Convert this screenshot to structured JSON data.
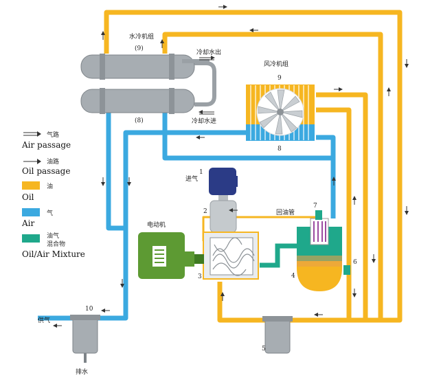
{
  "colors": {
    "oil": "#F6B621",
    "air": "#3BA9E0",
    "mixture": "#1FA88B",
    "cooler_gray": "#9aa0a5",
    "motor_green": "#5d9a33",
    "filter_blue": "#2b3b86"
  },
  "legend": {
    "air_passage": {
      "zh": "气路",
      "en": "Air passage"
    },
    "oil_passage": {
      "zh": "油路",
      "en": "Oil passage"
    },
    "oil": {
      "zh": "油",
      "en": "Oil"
    },
    "air": {
      "zh": "气",
      "en": "Air"
    },
    "mixture": {
      "zh_line1": "油气",
      "zh_line2": "混合物",
      "en": "Oil/Air Mixture"
    }
  },
  "labels": {
    "water_cooler": "水冷机组",
    "water_cooler_num_top": "(9)",
    "water_cooler_num_bottom": "(8)",
    "cooling_water_out": "冷却水出",
    "cooling_water_in": "冷却水进",
    "air_cooler": "风冷机组",
    "air_cooler_num_9": "9",
    "air_cooler_num_8": "8",
    "intake": "进气",
    "num_1": "1",
    "num_2": "2",
    "num_3": "3",
    "num_4": "4",
    "num_5": "5",
    "num_6": "6",
    "num_7": "7",
    "num_10": "10",
    "oil_return": "回油管",
    "motor": "电动机",
    "gas_supply": "供气",
    "drain": "排水"
  }
}
